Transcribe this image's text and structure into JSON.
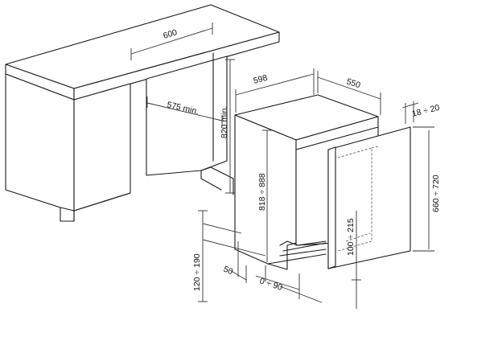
{
  "dimensions": {
    "width_600": "600",
    "min_575": "575 min.",
    "height_820": "820 min.",
    "width_598": "598",
    "depth_550": "550",
    "panel_18_20": "18 ÷ 20",
    "height_818_888": "818 ÷ 888",
    "panel_660_720": "660 ÷ 720",
    "plinth_100_215": "100 ÷ 215",
    "plinth_120_190": "120 ÷ 190",
    "gap_50": "50",
    "range_0_90": "0 ÷ 90"
  }
}
